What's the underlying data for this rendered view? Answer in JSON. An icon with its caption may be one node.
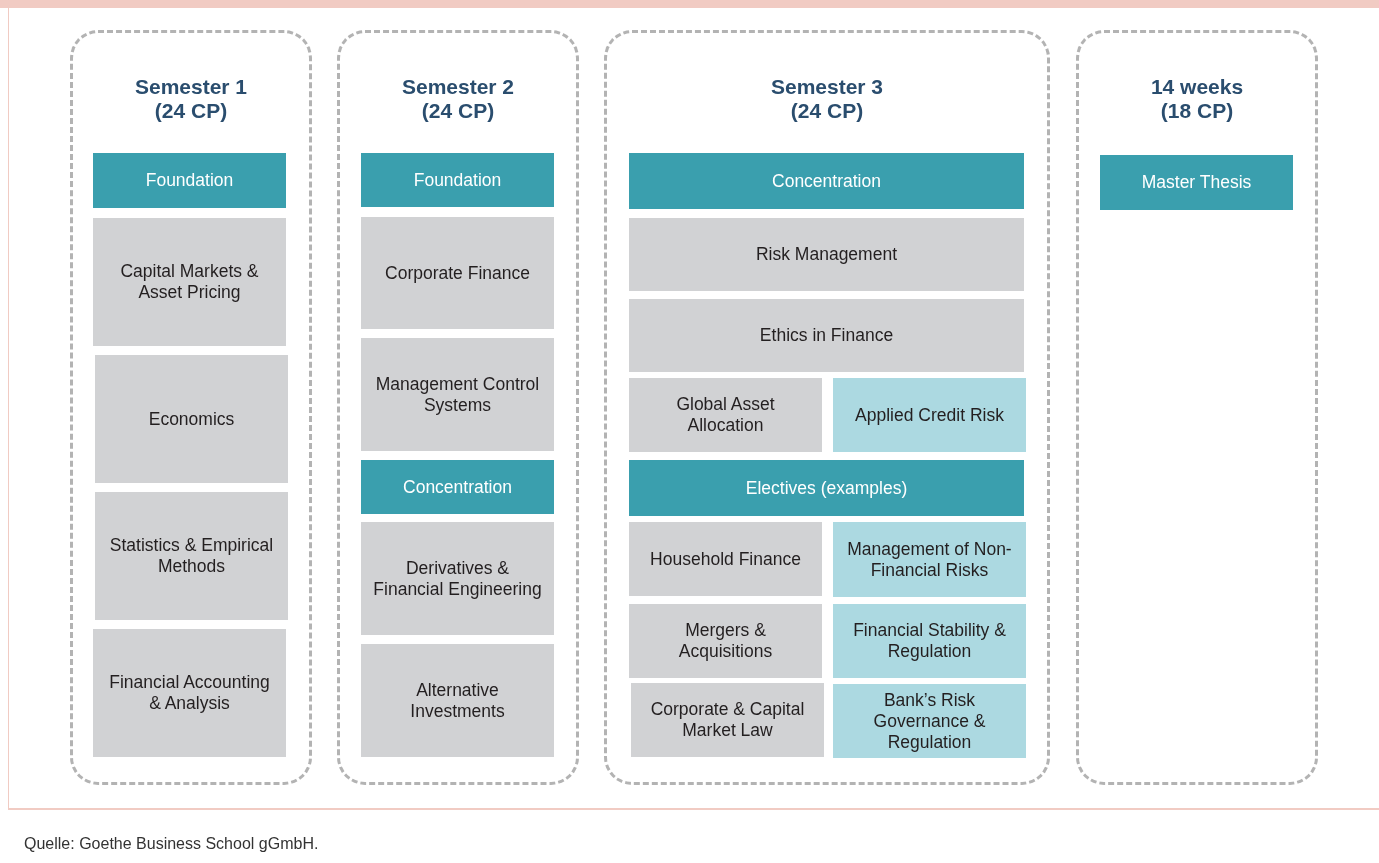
{
  "diagram": {
    "nodes": [
      {
        "text": [
          "Semester 1 (24 CP)"
        ]
      },
      {
        "text": [
          "Foundation"
        ],
        "in": 0
      },
      {
        "text": [
          "Capital Markets & Asset Pricing"
        ],
        "in": 0
      },
      {
        "text": [
          "Economics"
        ],
        "in": 0
      },
      {
        "text": [
          "Statistics & Empirical Methods"
        ],
        "in": 0
      },
      {
        "text": [
          "Financial Accounting & Analysis"
        ],
        "in": 0
      },
      {
        "text": [
          "Semester 2 (24 CP)"
        ]
      },
      {
        "text": [
          "Foundation"
        ],
        "in": 6
      },
      {
        "text": [
          "Corporate Finance"
        ],
        "in": 6
      },
      {
        "text": [
          "Management Control Systems"
        ],
        "in": 6
      },
      {
        "text": [
          "Concentration"
        ],
        "in": 6
      },
      {
        "text": [
          "Derivatives & Financial Engineering"
        ],
        "in": 6
      },
      {
        "text": [
          "Alternative Investments"
        ],
        "in": 6
      },
      {
        "text": [
          "Semester 3 (24 CP)"
        ]
      },
      {
        "text": [
          "Concentration"
        ],
        "in": 13
      },
      {
        "text": [
          "Risk Management"
        ],
        "in": 13
      },
      {
        "text": [
          "Ethics in Finance"
        ],
        "in": 13
      },
      {
        "text": [
          "Global Asset Allocation"
        ],
        "in": 13
      },
      {
        "text": [
          "Applied Credit Risk"
        ],
        "in": 13
      },
      {
        "text": [
          "Electives (examples)"
        ],
        "in": 13
      },
      {
        "text": [
          "Household Finance"
        ],
        "in": 13
      },
      {
        "text": [
          "Management of Non-Financial Risks"
        ],
        "in": 13
      },
      {
        "text": [
          "Mergers & Acquisitions"
        ],
        "in": 13
      },
      {
        "text": [
          "Financial Stability & Regulation"
        ],
        "in": 13
      },
      {
        "text": [
          "Corporate & Capital Market Law"
        ],
        "in": 13
      },
      {
        "text": [
          "Bank’s Risk Governance & Regulation"
        ],
        "in": 13
      },
      {
        "text": [
          "14 weeks (18 CP)"
        ]
      },
      {
        "text": [
          "Master Thesis"
        ],
        "in": 26
      }
    ],
    "edges": [],
    "labels": [
      "Quelle: Goethe Business School gGmbH."
    ]
  }
}
